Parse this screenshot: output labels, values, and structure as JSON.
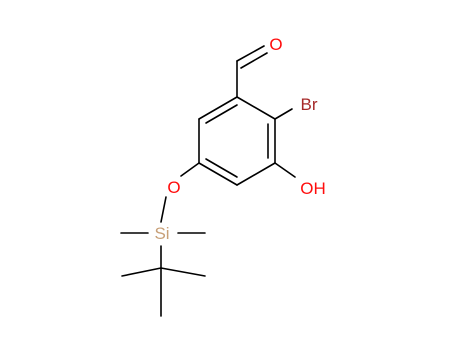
{
  "molecule": {
    "atoms": {
      "aldehyde_o": {
        "label": "O",
        "color": "#ff0d0d"
      },
      "bromine": {
        "label": "Br",
        "color": "#a62929"
      },
      "hydroxyl": {
        "label": "OH",
        "color": "#ff0d0d"
      },
      "ether_o": {
        "label": "O",
        "color": "#ff0d0d"
      },
      "silicon": {
        "label": "Si",
        "color": "#f0c8a0"
      }
    },
    "bond_color": "#000000"
  }
}
